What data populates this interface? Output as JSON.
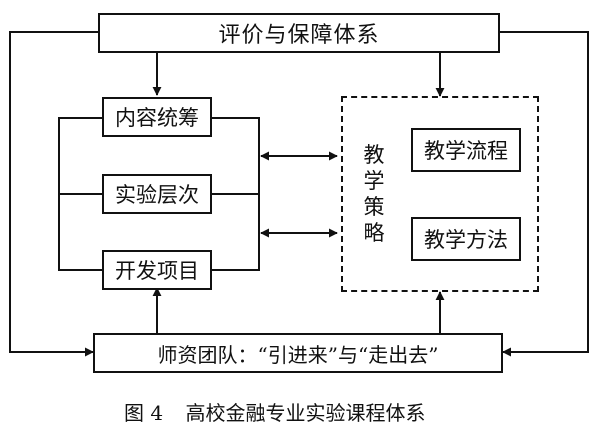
{
  "top_box": {
    "label": "评价与保障体系"
  },
  "left_column": {
    "items": [
      {
        "label": "内容统筹"
      },
      {
        "label": "实验层次"
      },
      {
        "label": "开发项目"
      }
    ]
  },
  "strategy": {
    "label": "教学策略",
    "items": [
      {
        "label": "教学流程"
      },
      {
        "label": "教学方法"
      }
    ]
  },
  "bottom_box": {
    "label": "师资团队：“引进来”与“走出去”"
  },
  "caption": {
    "figure_no": "图 4",
    "title": "高校金融专业实验课程体系"
  }
}
